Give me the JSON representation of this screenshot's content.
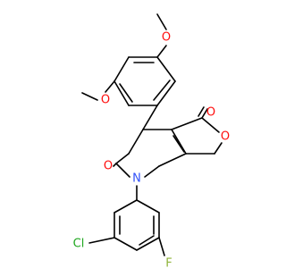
{
  "colors": {
    "bond": "#000000",
    "O": "#ff0d0d",
    "N": "#3050f8",
    "Cl": "#1fa71f",
    "F": "#8fb43a"
  },
  "atom_labels": {
    "o_ome1": "O",
    "o_ome2": "O",
    "o_ketone1": "O",
    "o_ring": "O",
    "o_ketone2": "O",
    "n1": "N",
    "cl": "Cl",
    "f": "F"
  }
}
